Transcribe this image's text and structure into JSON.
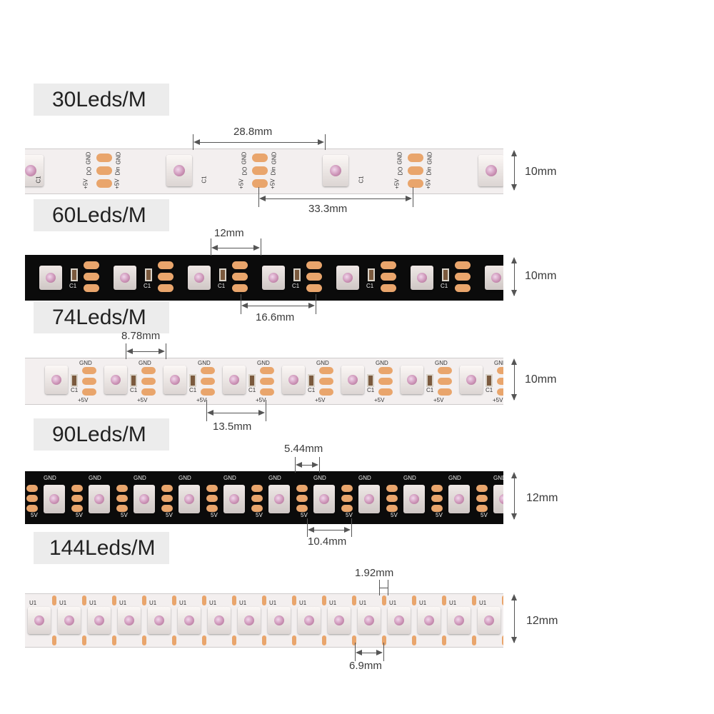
{
  "strips": [
    {
      "title": "30Leds/M",
      "height_label": "10mm",
      "dim_top": "28.8mm",
      "dim_bottom": "33.3mm",
      "color": "white"
    },
    {
      "title": "60Leds/M",
      "height_label": "10mm",
      "dim_top": "12mm",
      "dim_bottom": "16.6mm",
      "color": "black"
    },
    {
      "title": "74Leds/M",
      "height_label": "10mm",
      "dim_top": "8.78mm",
      "dim_bottom": "13.5mm",
      "color": "white"
    },
    {
      "title": "90Leds/M",
      "height_label": "12mm",
      "dim_top": "5.44mm",
      "dim_bottom": "10.4mm",
      "color": "black"
    },
    {
      "title": "144Leds/M",
      "height_label": "12mm",
      "dim_top": "1.92mm",
      "dim_bottom": "6.9mm",
      "color": "white"
    }
  ],
  "silkscreen": {
    "gnd": "GND",
    "do": "DO",
    "din": "Din",
    "plus5v": "+5V",
    "c1": "C1",
    "u1": "U1"
  },
  "colors": {
    "pad": "#e9a56c",
    "strip_white": "#f3efef",
    "strip_black": "#0b0b0b"
  }
}
